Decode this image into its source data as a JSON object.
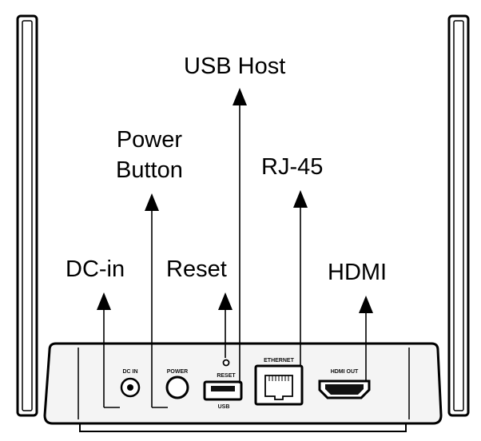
{
  "callouts": {
    "usb_host": "USB Host",
    "power_button_line1": "Power",
    "power_button_line2": "Button",
    "rj45": "RJ-45",
    "dc_in": "DC-in",
    "reset": "Reset",
    "hdmi": "HDMI"
  },
  "port_labels": {
    "dc_in": "DC IN",
    "power": "POWER",
    "reset": "RESET",
    "usb": "USB",
    "ethernet": "ETHERNET",
    "hdmi_out": "HDMI OUT"
  },
  "colors": {
    "line": "#000000",
    "device_fill": "#f4f4f4",
    "antenna_fill": "#ffffff"
  }
}
